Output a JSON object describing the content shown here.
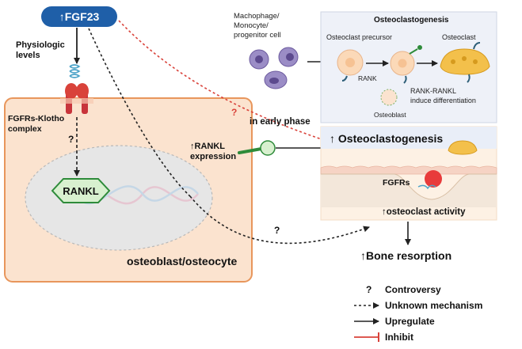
{
  "fgf23": {
    "label": "↑FGF23"
  },
  "left": {
    "physiologic_line1": "Physiologic",
    "physiologic_line2": "levels",
    "receptor_line1": "FGFRs-Klotho",
    "receptor_line2": "complex",
    "question": "?",
    "rankl": "RANKL",
    "cell_label": "osteoblast/osteocyte"
  },
  "progenitor": {
    "line1": "Machophage/",
    "line2": "Monocyte/",
    "line3": "progenitor cell"
  },
  "osteoclastogenesis_panel": {
    "title": "Osteoclastogenesis",
    "precursor": "Osteoclast precursor",
    "osteoclast": "Osteoclast",
    "rank": "RANK",
    "rank_rankl_line1": "RANK-RANKL",
    "rank_rankl_line2": "induce differentiation",
    "osteoblast": "Osteoblast"
  },
  "middle": {
    "red_question": "?",
    "early_phase": "in early phase",
    "rankl_expr_line1": "↑RANKL",
    "rankl_expr_line2": "expression",
    "lower_question": "?"
  },
  "bone_panel": {
    "title": "↑ Osteoclastogenesis",
    "fgfrs": "FGFRs",
    "activity": "↑osteoclast activity"
  },
  "result": {
    "bone_resorption": "↑Bone resorption"
  },
  "legend": [
    {
      "symbol": "?",
      "label": "Controversy"
    },
    {
      "symbol": "dashed-arrow",
      "label": "Unknown mechanism"
    },
    {
      "symbol": "solid-arrow",
      "label": "Upregulate"
    },
    {
      "symbol": "inhibit-line",
      "label": "Inhibit"
    }
  ],
  "colors": {
    "fgf23_fill": "#1f5fa8",
    "cell_fill": "#fbe3cf",
    "cell_border": "#e8965c",
    "nucleus_fill": "#e6e6e6",
    "rankl_fill": "#d8f0cf",
    "rankl_border": "#2e8b3a",
    "inhibit": "#d9423a",
    "panel_bg": "#eef1f8",
    "bone_bg": "#fdf1e4",
    "progenitor_cell": "#8b7bb8"
  }
}
